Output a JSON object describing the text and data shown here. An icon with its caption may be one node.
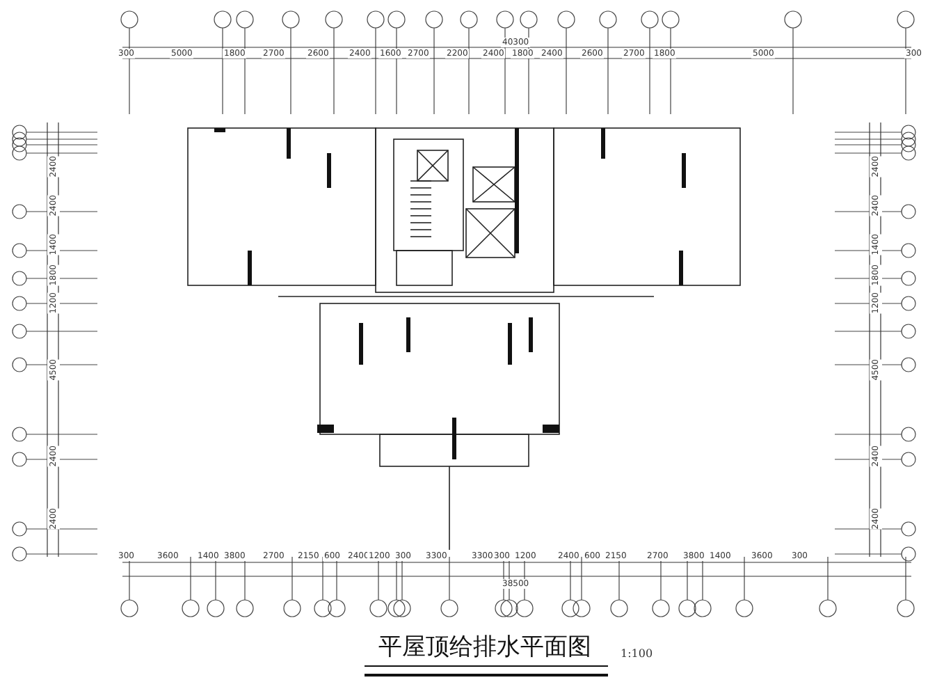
{
  "diagram": {
    "title": "平屋顶给排水平面图",
    "labels": [
      "1:100",
      "40300",
      "300",
      "5000",
      "1800",
      "2700",
      "2600",
      "2400",
      "1600",
      "2700",
      "2200",
      "2400",
      "1800",
      "2400",
      "2600",
      "2700",
      "1800",
      "5000",
      "300",
      "300",
      "3600",
      "1400",
      "3800",
      "2700",
      "2150",
      "600",
      "2400",
      "1200",
      "300",
      "3300",
      "3300",
      "300",
      "1200",
      "2400",
      "600",
      "2150",
      "2700",
      "3800",
      "1400",
      "3600",
      "300",
      "38500",
      "2400",
      "2400",
      "1400",
      "1800",
      "1200",
      "4500",
      "2400",
      "2400",
      "2400",
      "2400",
      "1400",
      "1800",
      "1200",
      "4500",
      "2400",
      "2400"
    ]
  }
}
